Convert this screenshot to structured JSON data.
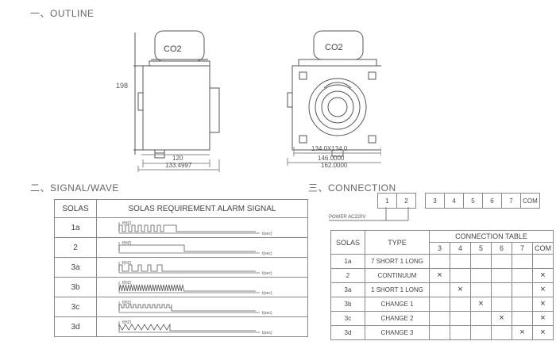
{
  "sections": {
    "outline": "一、OUTLINE",
    "signal": "二、SIGNAL/WAVE",
    "connection": "三、CONNECTION"
  },
  "outline": {
    "label_co2": "CO2",
    "dim_height": "198",
    "dim_120": "120",
    "dim_133": "133.4997",
    "dim_134": "134.0X134.0",
    "dim_146": "146.0000",
    "dim_162": "162.0000"
  },
  "signal_table": {
    "headers": [
      "SOLAS",
      "SOLAS REQUIREMENT ALARM SIGNAL"
    ],
    "axis_y": "f(HZ)",
    "axis_x": "t(sec)",
    "rows": [
      {
        "label": "1a",
        "wave": "square-slow"
      },
      {
        "label": "2",
        "wave": "flat"
      },
      {
        "label": "3a",
        "wave": "square-long"
      },
      {
        "label": "3b",
        "wave": "square-fast"
      },
      {
        "label": "3c",
        "wave": "square-mid"
      },
      {
        "label": "3d",
        "wave": "triangle"
      }
    ]
  },
  "connection": {
    "top_pins": [
      "1",
      "2"
    ],
    "right_pins": [
      "3",
      "4",
      "5",
      "6",
      "7",
      "COM"
    ],
    "power": "POWER AC220V",
    "table": {
      "h_solas": "SOLAS",
      "h_type": "TYPE",
      "h_conn": "CONNECTION TABLE",
      "cols": [
        "3",
        "4",
        "5",
        "6",
        "7",
        "COM"
      ],
      "rows": [
        {
          "solas": "1a",
          "type": "7 SHORT 1 LONG",
          "marks": [
            false,
            false,
            false,
            false,
            false,
            false
          ]
        },
        {
          "solas": "2",
          "type": "CONTINUUM",
          "marks": [
            true,
            false,
            false,
            false,
            false,
            true
          ]
        },
        {
          "solas": "3a",
          "type": "1 SHORT 1 LONG",
          "marks": [
            false,
            true,
            false,
            false,
            false,
            true
          ]
        },
        {
          "solas": "3b",
          "type": "CHANGE 1",
          "marks": [
            false,
            false,
            true,
            false,
            false,
            true
          ]
        },
        {
          "solas": "3c",
          "type": "CHANGE 2",
          "marks": [
            false,
            false,
            false,
            true,
            false,
            true
          ]
        },
        {
          "solas": "3d",
          "type": "CHANGE 3",
          "marks": [
            false,
            false,
            false,
            false,
            true,
            true
          ]
        }
      ],
      "mark_symbol": "×"
    }
  }
}
